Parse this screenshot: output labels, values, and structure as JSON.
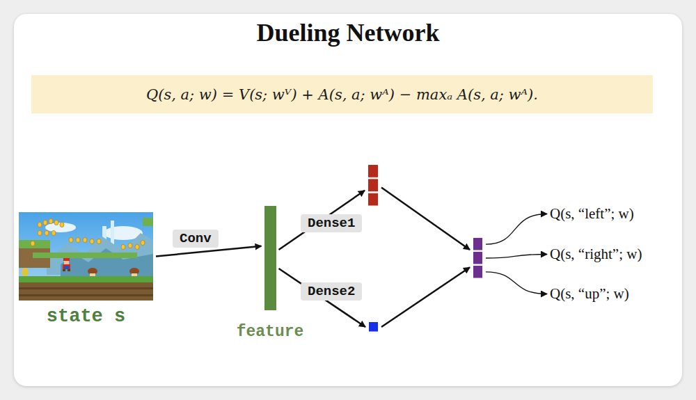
{
  "diagram": {
    "title": "Dueling Network",
    "nodes": [
      {
        "text": [
          "Q(s, a; w) = V(s; wⱽ) + A(s, a; wᴬ) − maxₐ A(s, a; wᴬ)."
        ]
      },
      {
        "text": [
          "state s"
        ]
      },
      {
        "text": [
          "feature"
        ]
      },
      {
        "text": []
      },
      {
        "text": []
      },
      {
        "text": []
      },
      {
        "text": [
          "Q(s, “left”; w)"
        ]
      },
      {
        "text": [
          "Q(s, “right”; w)"
        ]
      },
      {
        "text": [
          "Q(s, “up”; w)"
        ]
      }
    ],
    "edges": [
      {
        "from": 1,
        "to": 2,
        "label": "Conv",
        "arrow": "to"
      },
      {
        "from": 2,
        "to": 3,
        "label": "Dense1",
        "arrow": "to"
      },
      {
        "from": 2,
        "to": 4,
        "label": "Dense2",
        "arrow": "to"
      },
      {
        "from": 3,
        "to": 5,
        "arrow": "to"
      },
      {
        "from": 4,
        "to": 5,
        "arrow": "to"
      },
      {
        "from": 5,
        "to": 6,
        "arrow": "to"
      },
      {
        "from": 5,
        "to": 7,
        "arrow": "to"
      },
      {
        "from": 5,
        "to": 8,
        "arrow": "to"
      }
    ]
  }
}
